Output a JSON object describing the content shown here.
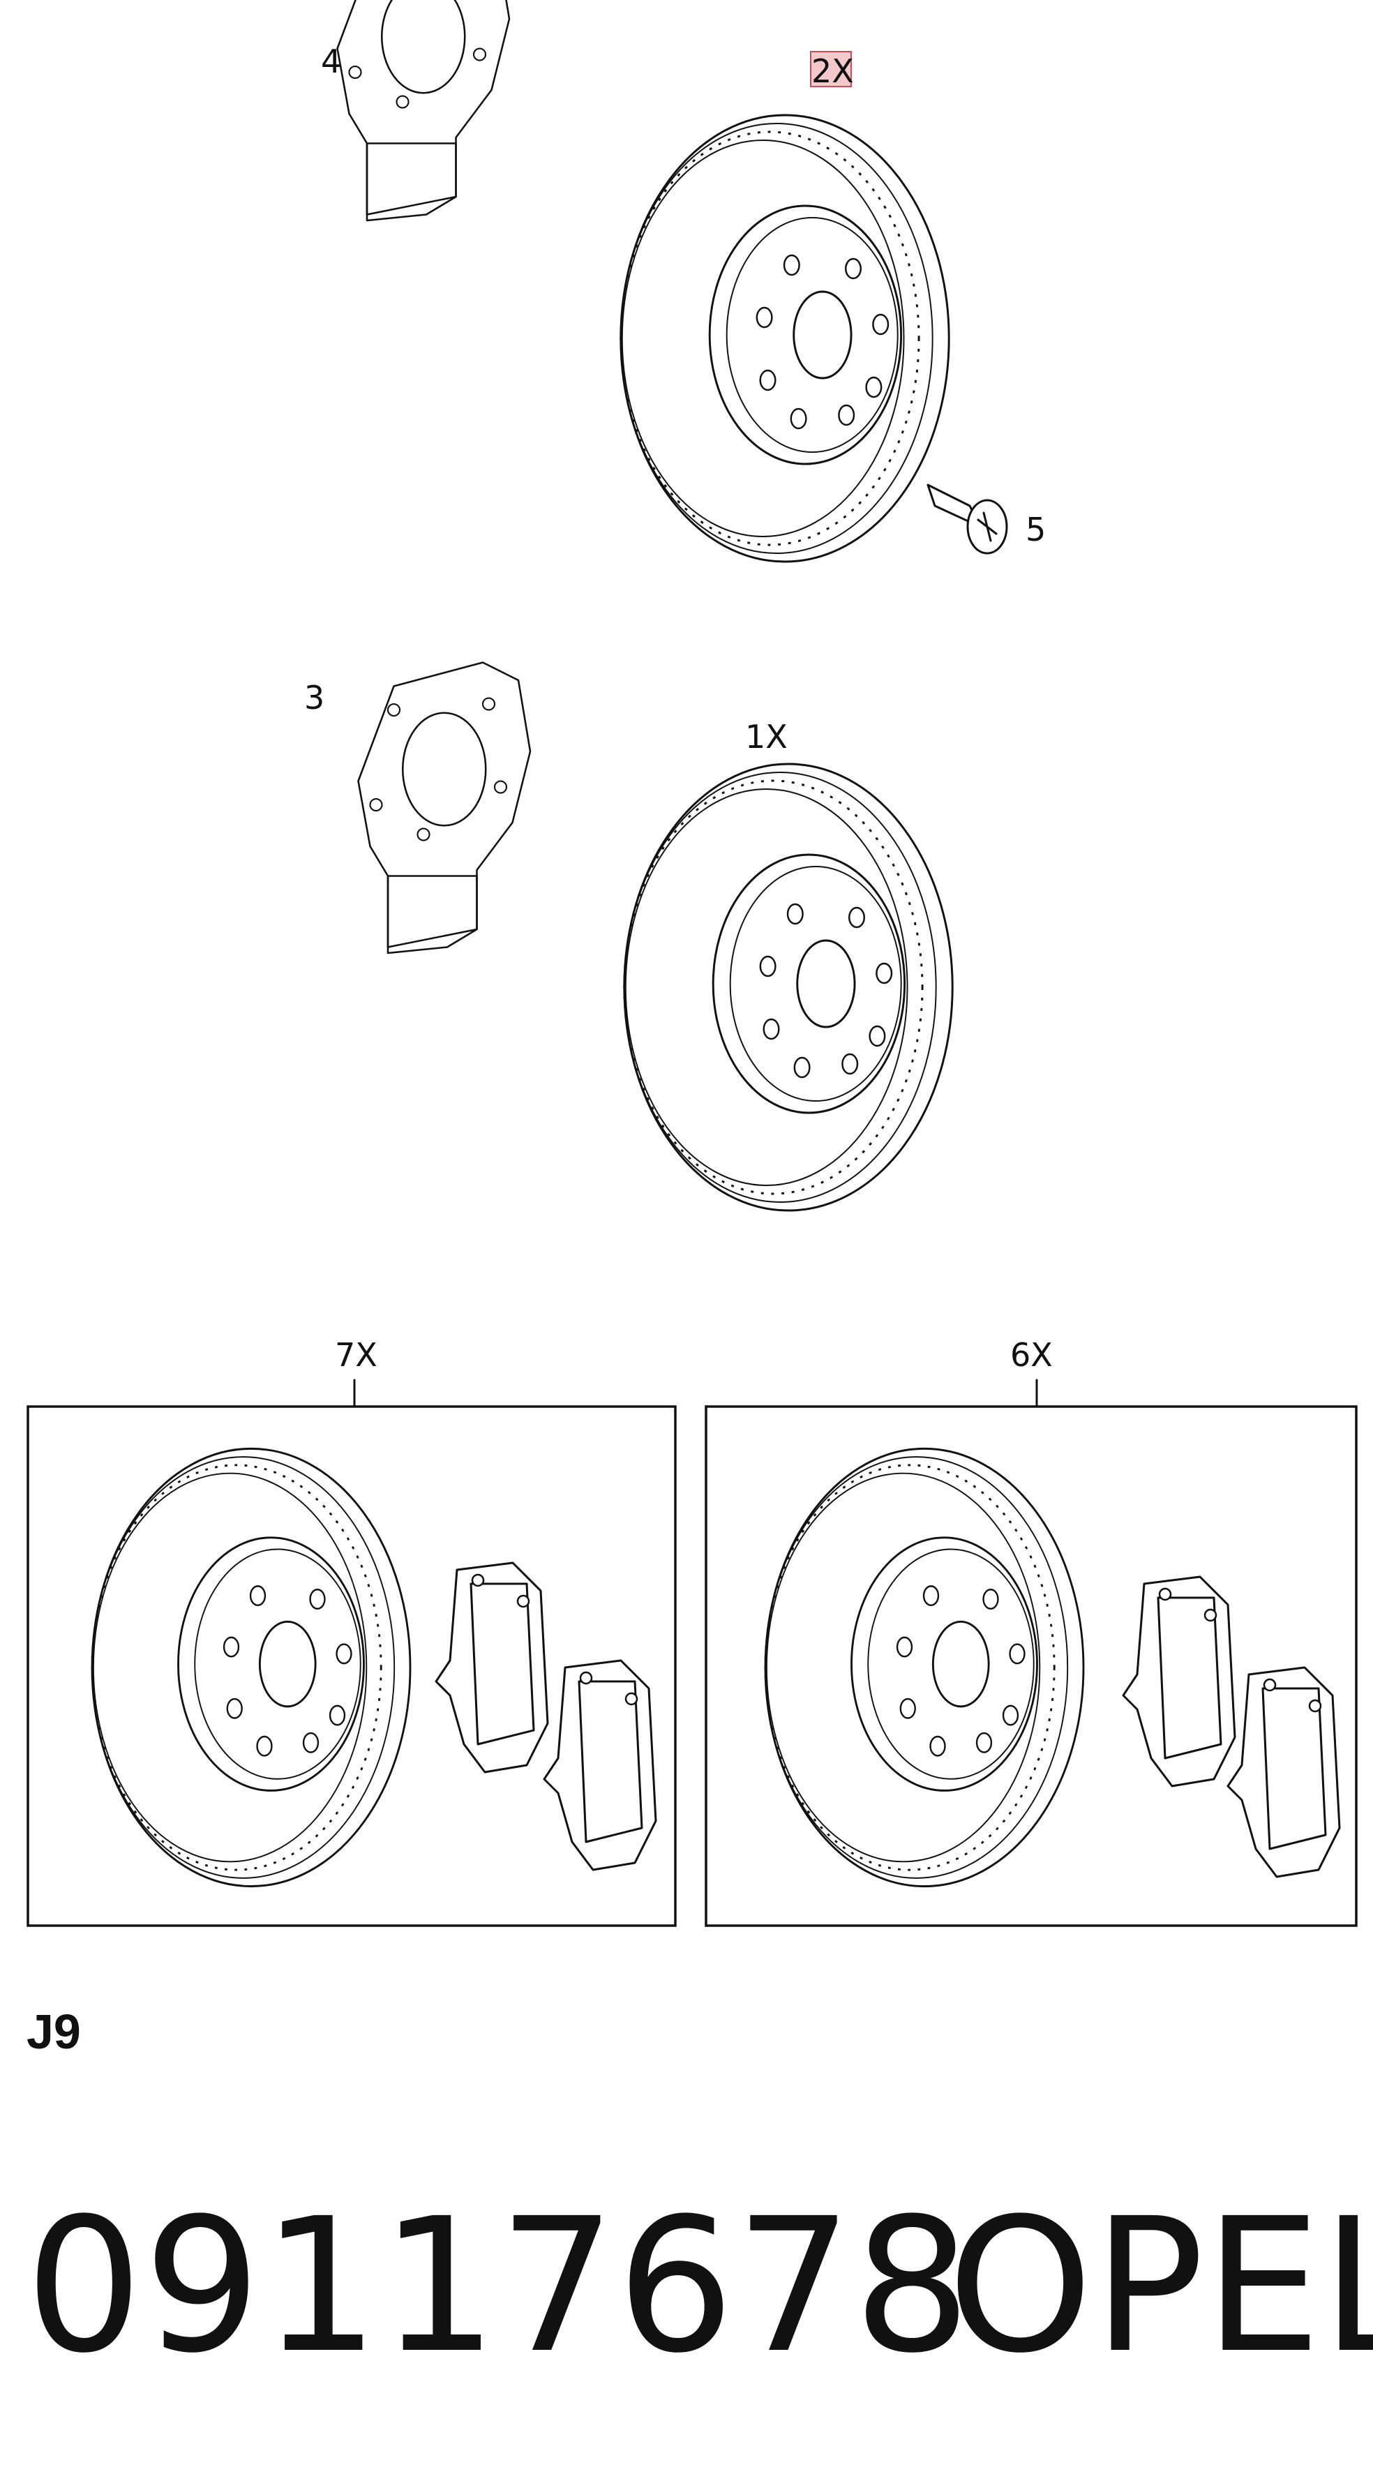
{
  "callouts": {
    "shield_upper": "4",
    "disc_top": "2X",
    "screw": "5",
    "shield_lower": "3",
    "disc_middle": "1X",
    "kit_left": "7X",
    "kit_right": "6X"
  },
  "section_code": "J9",
  "part_number": "09117678",
  "brand": "OPEL",
  "colors": {
    "line": "#111111",
    "highlight_fill": "#f3c9cc",
    "highlight_stroke": "#d24a5a"
  },
  "icons": {
    "disc": "brake-disc-icon",
    "pad": "brake-pad-icon",
    "shield": "splash-shield-icon",
    "screw": "screw-icon"
  }
}
